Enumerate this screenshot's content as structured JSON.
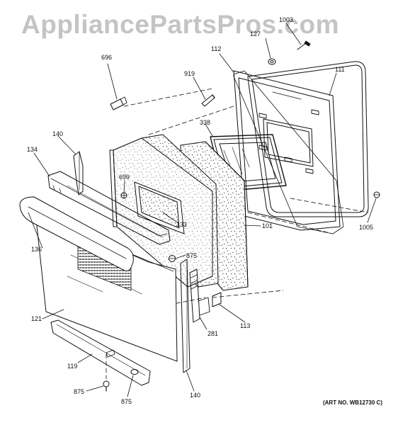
{
  "watermark": "AppliancePartsPros.com",
  "art_number": "(ART NO. WB12730 C)",
  "callouts": {
    "c696": "696",
    "c1003": "1003",
    "c127": "127",
    "c112": "112",
    "c111": "111",
    "c919": "919",
    "c338": "338",
    "c140_top": "140",
    "c134": "134",
    "c699": "699",
    "c133": "133",
    "c101": "101",
    "c1005": "1005",
    "c136": "136",
    "c875_mid": "875",
    "c121": "121",
    "c281": "281",
    "c113": "113",
    "c119": "119",
    "c875_bl": "875",
    "c875_bm": "875",
    "c140_bot": "140"
  }
}
